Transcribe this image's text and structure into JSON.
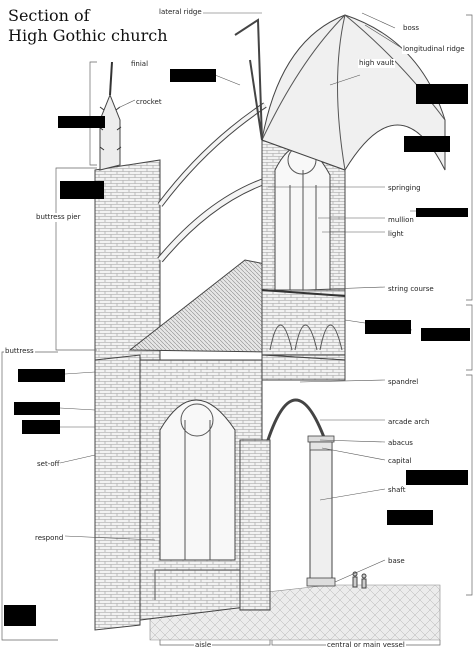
{
  "title_lines": [
    "Section of",
    "High Gothic church"
  ],
  "labels": {
    "lateral_ridge": "lateral ridge",
    "boss": "boss",
    "longitudinal_ridge": "longitudinal ridge",
    "high_vault": "high vault",
    "finial": "finial",
    "crocket": "crocket",
    "springing": "springing",
    "buttress_pier": "buttress pier",
    "mullion": "mullion",
    "light": "light",
    "string_course": "string course",
    "buttress": "buttress",
    "spandrel": "spandrel",
    "arcade_arch": "arcade arch",
    "abacus": "abacus",
    "capital": "capital",
    "set_off": "set-off",
    "shaft": "shaft",
    "respond": "respond",
    "base": "base",
    "aisle": "aisle",
    "central_vessel": "central or main vessel"
  },
  "redaction_color": "#000000"
}
